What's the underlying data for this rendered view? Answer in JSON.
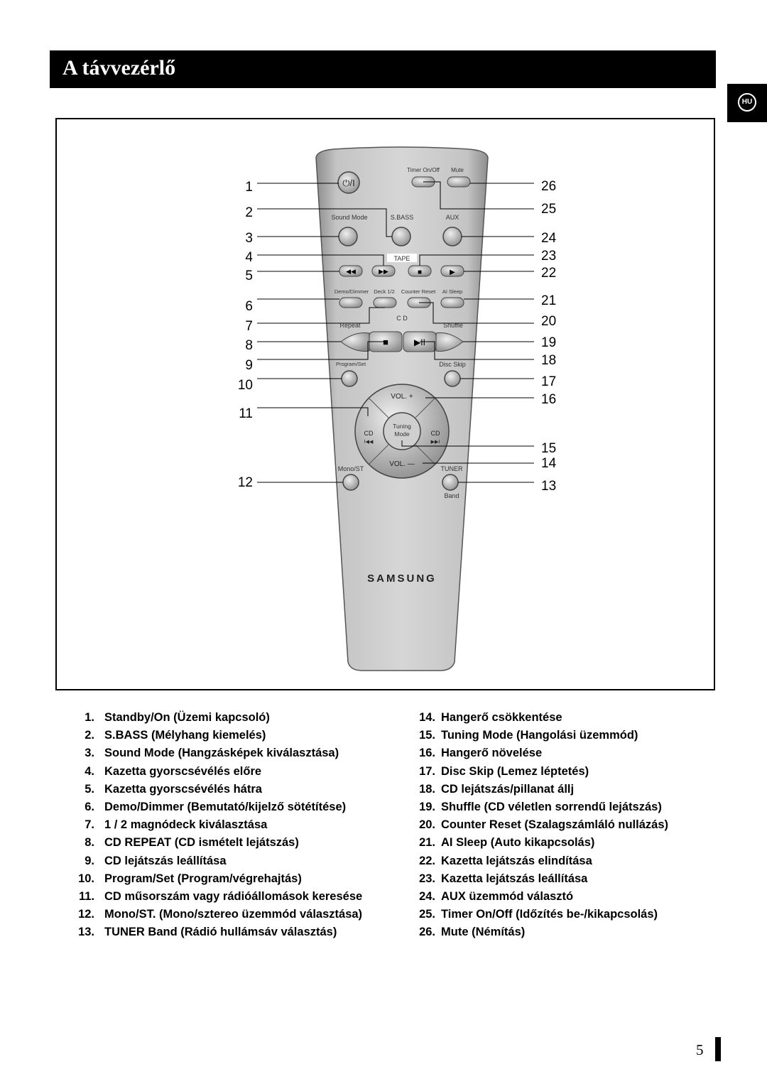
{
  "header": {
    "title": "A távvezérlő",
    "lang_badge": "HU"
  },
  "remote": {
    "brand": "SAMSUNG",
    "labels": {
      "timer": "Timer On/Off",
      "mute": "Mute",
      "power": "⏻/I",
      "sound_mode": "Sound Mode",
      "sbass": "S.BASS",
      "aux": "AUX",
      "tape": "TAPE",
      "rew": "◀◀",
      "ff": "▶▶",
      "stop": "■",
      "play": "▶",
      "demo": "Demo/Dimmer",
      "deck": "Deck 1/2",
      "counter": "Counter Reset",
      "ai_sleep": "AI Sleep",
      "cd": "C D",
      "repeat": "Repeat",
      "shuffle": "Shuffle",
      "cd_stop": "■",
      "cd_play": "▶II",
      "program": "Program/Set",
      "disc_skip": "Disc Skip",
      "vol_up": "VOL. +",
      "vol_down": "VOL. —",
      "tuning": "Tuning",
      "mode": "Mode",
      "cd_left": "CD",
      "cd_right": "CD",
      "prev": "I◀◀",
      "next": "▶▶I",
      "mono": "Mono/ST",
      "tuner": "TUNER",
      "band": "Band"
    }
  },
  "callouts_left": [
    "1",
    "2",
    "3",
    "4",
    "5",
    "6",
    "7",
    "8",
    "9",
    "10",
    "11",
    "12"
  ],
  "callouts_right": [
    "26",
    "25",
    "24",
    "23",
    "22",
    "21",
    "20",
    "19",
    "18",
    "17",
    "16",
    "15",
    "14",
    "13"
  ],
  "legend_left": [
    {
      "num": "1.",
      "text": "Standby/On (Üzemi kapcsoló)"
    },
    {
      "num": "2.",
      "text": "S.BASS (Mélyhang kiemelés)"
    },
    {
      "num": "3.",
      "text": "Sound Mode (Hangzásképek kiválasztása)"
    },
    {
      "num": "4.",
      "text": "Kazetta gyorscsévélés előre"
    },
    {
      "num": "5.",
      "text": "Kazetta gyorscsévélés hátra"
    },
    {
      "num": "6.",
      "text": "Demo/Dimmer (Bemutató/kijelző sötétítése)"
    },
    {
      "num": "7.",
      "text": "1 / 2 magnódeck kiválasztása"
    },
    {
      "num": "8.",
      "text": "CD REPEAT (CD ismételt lejátszás)"
    },
    {
      "num": "9.",
      "text": "CD lejátszás leállítása"
    },
    {
      "num": "10.",
      "text": "Program/Set (Program/végrehajtás)"
    },
    {
      "num": "11.",
      "text": "CD műsorszám vagy rádióállomások keresése"
    },
    {
      "num": "12.",
      "text": "Mono/ST. (Mono/sztereo üzemmód választása)"
    },
    {
      "num": "13.",
      "text": "TUNER Band (Rádió hullámsáv választás)"
    }
  ],
  "legend_right": [
    {
      "num": "14.",
      "text": "Hangerő csökkentése"
    },
    {
      "num": "15.",
      "text": "Tuning Mode (Hangolási üzemmód)"
    },
    {
      "num": "16.",
      "text": "Hangerő növelése"
    },
    {
      "num": "17.",
      "text": "Disc Skip (Lemez léptetés)"
    },
    {
      "num": "18.",
      "text": "CD lejátszás/pillanat állj"
    },
    {
      "num": "19.",
      "text": "Shuffle (CD véletlen sorrendű lejátszás)"
    },
    {
      "num": "20.",
      "text": "Counter Reset (Szalagszámláló nullázás)"
    },
    {
      "num": "21.",
      "text": "AI Sleep (Auto kikapcsolás)"
    },
    {
      "num": "22.",
      "text": "Kazetta lejátszás elindítása"
    },
    {
      "num": "23.",
      "text": "Kazetta lejátszás leállítása"
    },
    {
      "num": "24.",
      "text": "AUX üzemmód választó"
    },
    {
      "num": "25.",
      "text": "Timer On/Off (Időzítés be-/kikapcsolás)"
    },
    {
      "num": "26.",
      "text": "Mute (Némítás)"
    }
  ],
  "page_number": "5"
}
